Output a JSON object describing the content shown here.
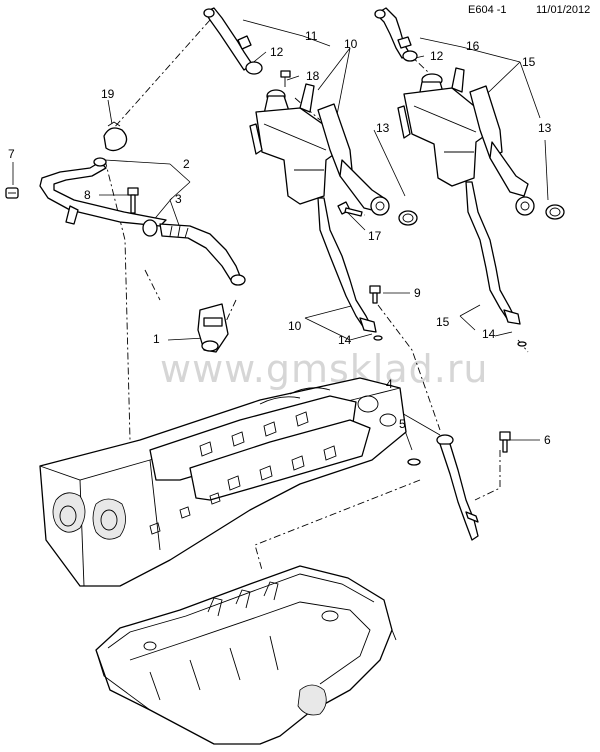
{
  "header": {
    "code": "E604 -1",
    "date": "11/01/2012"
  },
  "watermark": "www.gmsklad.ru",
  "callouts": {
    "c11": "11",
    "c10a": "10",
    "c16": "16",
    "c12a": "12",
    "c12b": "12",
    "c15a": "15",
    "c18": "18",
    "c19": "19",
    "c13a": "13",
    "c13b": "13",
    "c7": "7",
    "c2": "2",
    "c8": "8",
    "c3": "3",
    "c17": "17",
    "c9": "9",
    "c1": "1",
    "c10b": "10",
    "c14a": "14",
    "c15b": "15",
    "c14b": "14",
    "c4": "4",
    "c5": "5",
    "c6": "6"
  }
}
